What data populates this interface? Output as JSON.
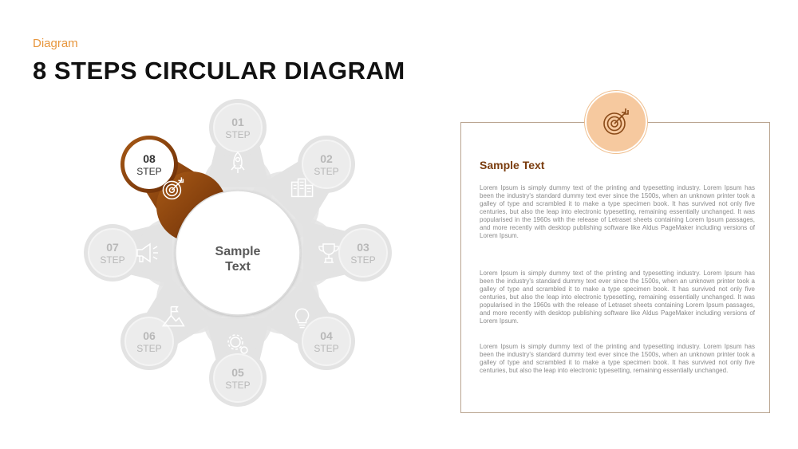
{
  "header": {
    "kicker": "Diagram",
    "title": "8 STEPS CIRCULAR DIAGRAM"
  },
  "center": {
    "line1": "Sample",
    "line2": "Text"
  },
  "colors": {
    "highlight": "#7e3a0c",
    "accent": "#e7963d",
    "petal": "#e3e3e3",
    "badge": "#f6c99f"
  },
  "steps": [
    {
      "number": "01",
      "label": "STEP",
      "icon": "rocket-icon"
    },
    {
      "number": "02",
      "label": "STEP",
      "icon": "buildings-icon"
    },
    {
      "number": "03",
      "label": "STEP",
      "icon": "trophy-icon"
    },
    {
      "number": "04",
      "label": "STEP",
      "icon": "lightbulb-icon"
    },
    {
      "number": "05",
      "label": "STEP",
      "icon": "gears-icon"
    },
    {
      "number": "06",
      "label": "STEP",
      "icon": "mountain-flag-icon"
    },
    {
      "number": "07",
      "label": "STEP",
      "icon": "megaphone-icon"
    },
    {
      "number": "08",
      "label": "STEP",
      "icon": "target-icon",
      "active": true
    }
  ],
  "card": {
    "heading": "Sample Text",
    "badge_icon": "target-icon",
    "paragraphs": [
      "Lorem Ipsum is simply dummy text of the printing and typesetting industry. Lorem Ipsum has been the industry's standard dummy text ever since the 1500s, when an unknown printer took a galley of type and scrambled it to make a type specimen book. It has survived not only five centuries, but also the leap into electronic typesetting, remaining essentially unchanged. It was popularised in the 1960s with the release of Letraset sheets containing Lorem Ipsum passages, and more recently with desktop publishing software like Aldus PageMaker including versions of Lorem Ipsum.",
      "Lorem Ipsum is simply dummy text of the printing and typesetting industry. Lorem Ipsum has been the industry's standard dummy text ever since the 1500s, when an unknown printer took a galley of type and scrambled it to make a type specimen book. It has survived not only five centuries, but also the leap into electronic typesetting, remaining essentially unchanged. It was popularised in the 1960s with the release of Letraset sheets containing Lorem Ipsum passages, and more recently with desktop publishing software like Aldus PageMaker including versions of Lorem Ipsum.",
      "Lorem Ipsum is simply dummy text of the printing and typesetting industry. Lorem Ipsum has been the industry's standard dummy text ever since the 1500s, when an unknown printer took a galley of type and scrambled it to make a type specimen book. It has survived not only five centuries, but also the leap into electronic typesetting, remaining essentially unchanged."
    ]
  }
}
